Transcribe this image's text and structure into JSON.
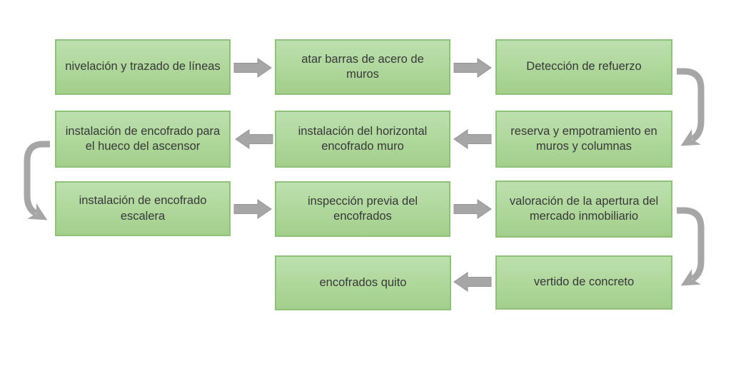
{
  "diagram": {
    "type": "flowchart",
    "colors": {
      "box_fill_top": "#bde0ae",
      "box_fill_bottom": "#a3cf8c",
      "box_border": "#90c178",
      "arrow_fill": "#a6a6a6",
      "arrow_outline": "#969696",
      "text_color": "#383838",
      "background": "#ffffff"
    },
    "nodes": [
      {
        "id": "nivelacion",
        "label": "nivelación y trazado de líneas"
      },
      {
        "id": "atar-barras",
        "label": "atar barras de acero de muros"
      },
      {
        "id": "deteccion",
        "label": "Detección de refuerzo"
      },
      {
        "id": "reserva",
        "label": "reserva y empotramiento en muros y columnas"
      },
      {
        "id": "instalacion-horizontal",
        "label": "instalación del horizontal encofrado muro"
      },
      {
        "id": "instalacion-ascensor",
        "label": "instalación de encofrado para el hueco del ascensor"
      },
      {
        "id": "instalacion-escalera",
        "label": "instalación de encofrado escalera"
      },
      {
        "id": "inspeccion",
        "label": "inspección previa del encofrados"
      },
      {
        "id": "valoracion",
        "label": "valoración de la apertura del mercado inmobiliario"
      },
      {
        "id": "vertido",
        "label": "vertido de concreto"
      },
      {
        "id": "encofrados-quito",
        "label": "encofrados quito"
      }
    ],
    "edges": [
      {
        "from": "nivelacion",
        "to": "atar-barras"
      },
      {
        "from": "atar-barras",
        "to": "deteccion"
      },
      {
        "from": "deteccion",
        "to": "reserva"
      },
      {
        "from": "reserva",
        "to": "instalacion-horizontal"
      },
      {
        "from": "instalacion-horizontal",
        "to": "instalacion-ascensor"
      },
      {
        "from": "instalacion-ascensor",
        "to": "instalacion-escalera"
      },
      {
        "from": "instalacion-escalera",
        "to": "inspeccion"
      },
      {
        "from": "inspeccion",
        "to": "valoracion"
      },
      {
        "from": "valoracion",
        "to": "vertido"
      },
      {
        "from": "vertido",
        "to": "encofrados-quito"
      }
    ]
  }
}
